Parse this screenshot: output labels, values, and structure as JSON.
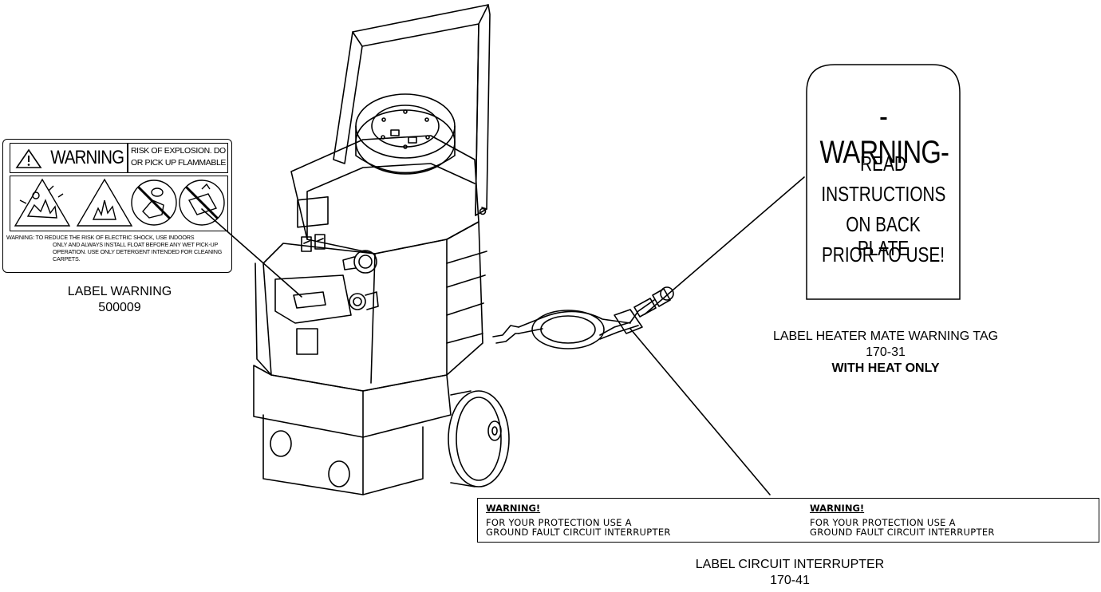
{
  "warning_label": {
    "title": "WARNING",
    "risk_line1": "RISK OF EXPLOSION.  DO NOT USE",
    "risk_line2": "OR PICK UP FLAMMABLE MATERIAL.",
    "shock_line1": "WARNING: TO REDUCE THE RISK OF ELECTRIC SHOCK, USE INDOORS",
    "shock_line2": "ONLY AND ALWAYS INSTALL FLOAT BEFORE ANY WET PICK-UP",
    "shock_line3": "OPERATION. USE ONLY DETERGENT INTENDED FOR CLEANING",
    "shock_line4": "CARPETS.",
    "caption_name": "LABEL WARNING",
    "caption_part": "500009"
  },
  "warning_tag": {
    "title": "-WARNING-",
    "line1": "READ",
    "line2": "INSTRUCTIONS",
    "line3": "ON BACK PLATE",
    "line4": "PRIOR TO USE!",
    "caption_name": "LABEL HEATER MATE WARNING TAG",
    "caption_part": "170-31",
    "caption_note": "WITH HEAT ONLY"
  },
  "circuit_label": {
    "left_head": "WARNING!",
    "left_line1": "FOR YOUR PROTECTION USE A",
    "left_line2": "GROUND FAULT CIRCUIT INTERRUPTER",
    "right_head": "WARNING!",
    "right_line1": "FOR YOUR PROTECTION USE A",
    "right_line2": "GROUND FAULT CIRCUIT INTERRUPTER",
    "caption_name": "LABEL CIRCUIT INTERRUPTER",
    "caption_part": "170-41"
  }
}
